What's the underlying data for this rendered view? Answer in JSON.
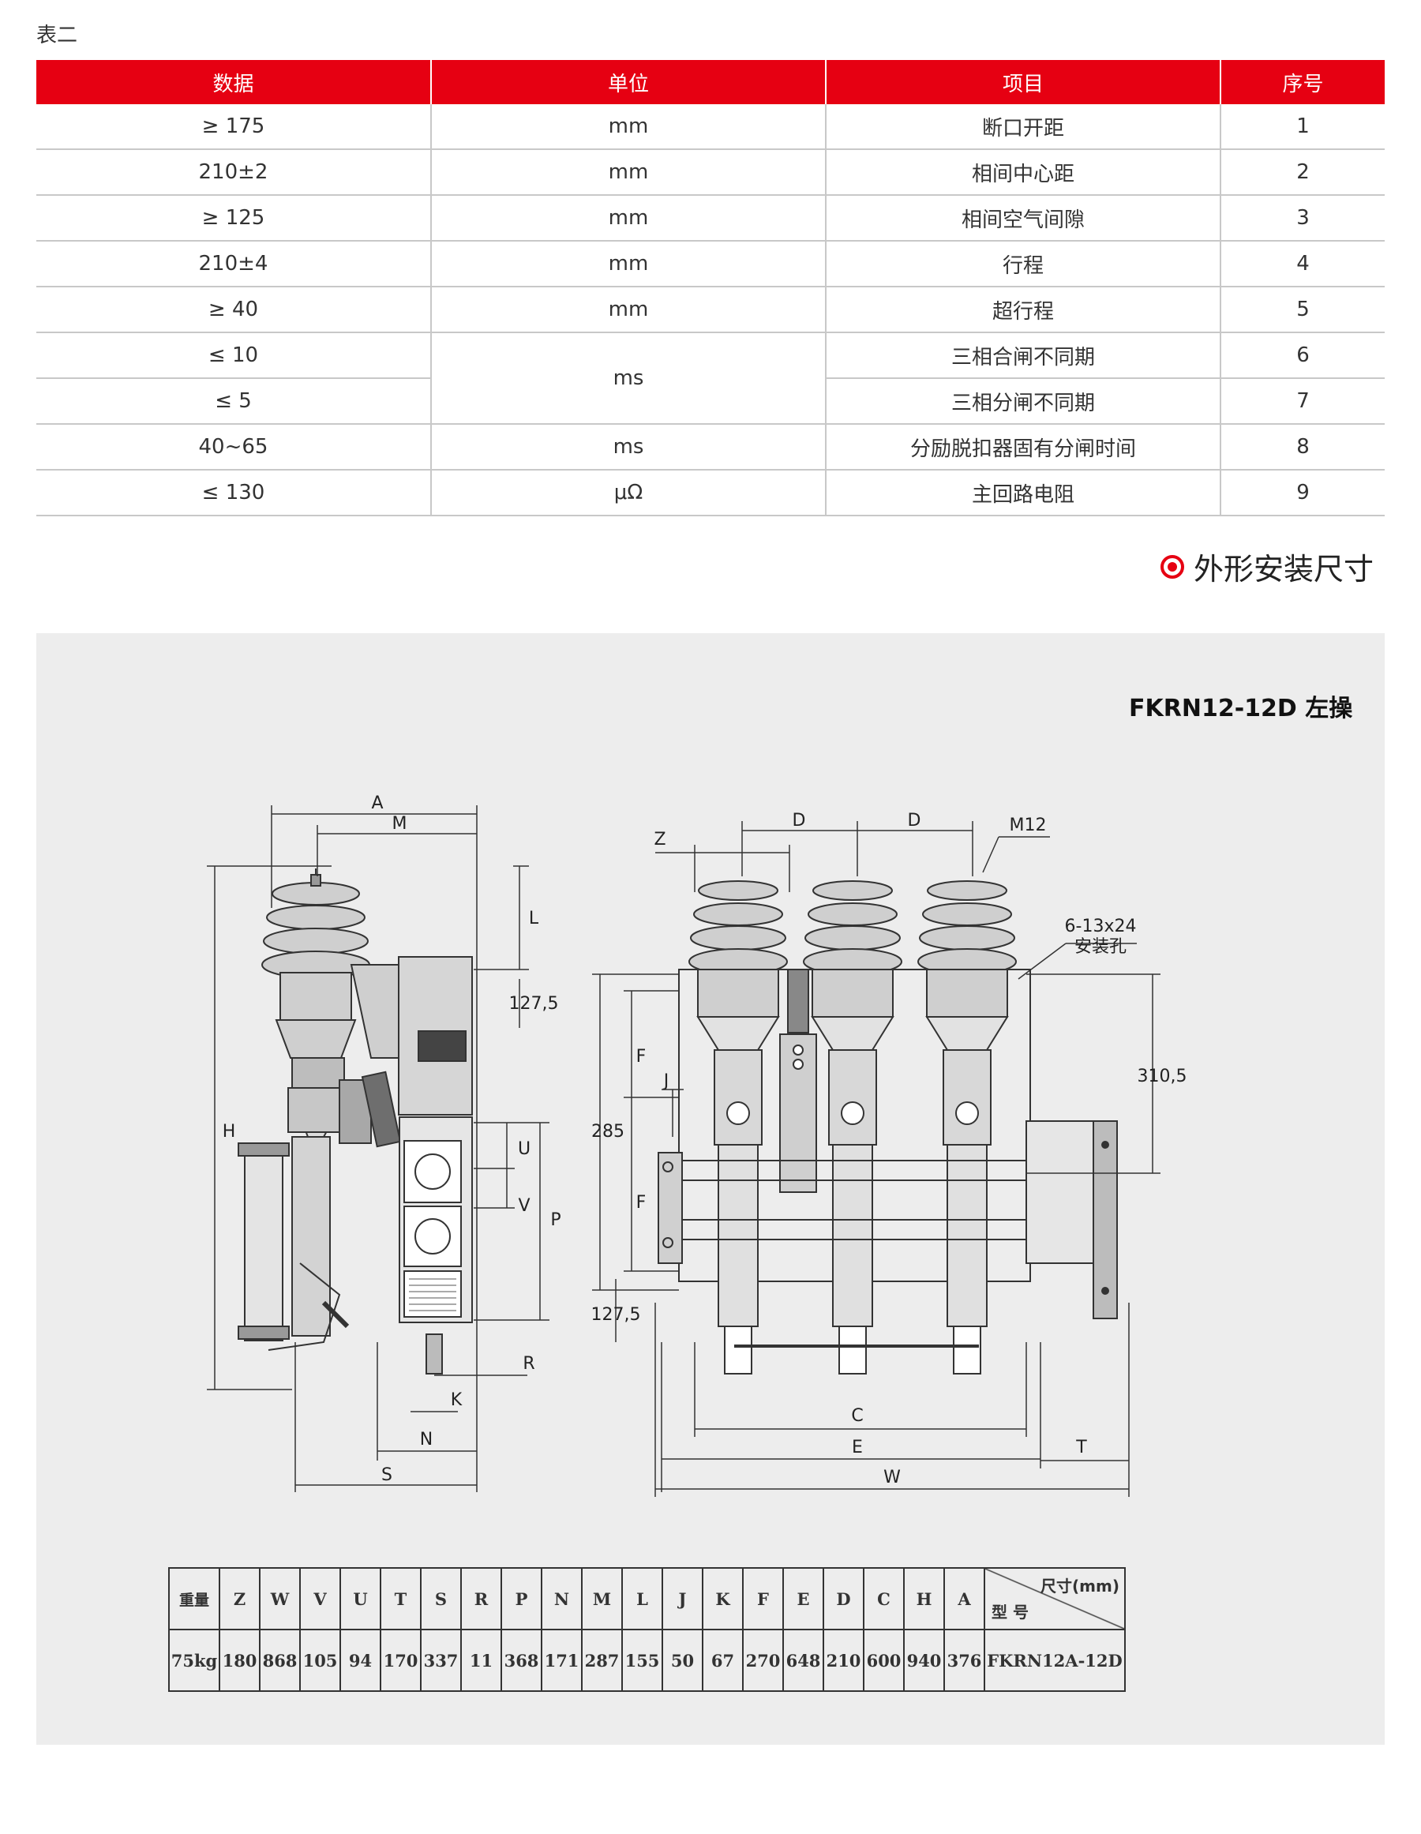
{
  "table_caption": "表二",
  "spec_table": {
    "headers": [
      "序号",
      "项目",
      "单位",
      "数据"
    ],
    "rows": [
      {
        "no": "1",
        "item": "断口开距",
        "unit": "mm",
        "value": "≥ 175"
      },
      {
        "no": "2",
        "item": "相间中心距",
        "unit": "mm",
        "value": "210±2"
      },
      {
        "no": "3",
        "item": "相间空气间隙",
        "unit": "mm",
        "value": "≥ 125"
      },
      {
        "no": "4",
        "item": "行程",
        "unit": "mm",
        "value": "210±4"
      },
      {
        "no": "5",
        "item": "超行程",
        "unit": "mm",
        "value": "≥ 40"
      },
      {
        "no": "6",
        "item": "三相合闸不同期",
        "unit": "ms",
        "value": "≤ 10"
      },
      {
        "no": "7",
        "item": "三相分闸不同期",
        "unit": "ms",
        "value": "≤ 5"
      },
      {
        "no": "8",
        "item": "分励脱扣器固有分闸时间",
        "unit": "ms",
        "value": "40~65"
      },
      {
        "no": "9",
        "item": "主回路电阻",
        "unit": "μΩ",
        "value": "≤ 130"
      }
    ]
  },
  "section_title": "外形安装尺寸",
  "model_title": "FKRN12-12D 左操",
  "drawing_labels": {
    "A": "A",
    "M": "M",
    "L": "L",
    "H": "H",
    "S": "S",
    "N": "N",
    "K": "K",
    "R": "R",
    "U": "U",
    "V": "V",
    "P": "P",
    "Z": "Z",
    "D": "D",
    "M12": "M12",
    "hole": "6-13x24",
    "hole_text": "安装孔",
    "C": "C",
    "E": "E",
    "W": "W",
    "T": "T",
    "F": "F",
    "J": "J",
    "d285": "285",
    "d127": "127,5",
    "d3105": "310,5"
  },
  "dim_table": {
    "header_size": "尺寸(mm)",
    "header_model": "型 号",
    "columns": [
      "A",
      "H",
      "C",
      "D",
      "E",
      "F",
      "K",
      "J",
      "L",
      "M",
      "N",
      "P",
      "R",
      "S",
      "T",
      "U",
      "V",
      "W",
      "Z",
      "重量"
    ],
    "model": "FKRN12A-12D",
    "values": [
      "376",
      "940",
      "600",
      "210",
      "648",
      "270",
      "67",
      "50",
      "155",
      "287",
      "171",
      "368",
      "11",
      "337",
      "170",
      "94",
      "105",
      "868",
      "180",
      "75kg"
    ]
  }
}
